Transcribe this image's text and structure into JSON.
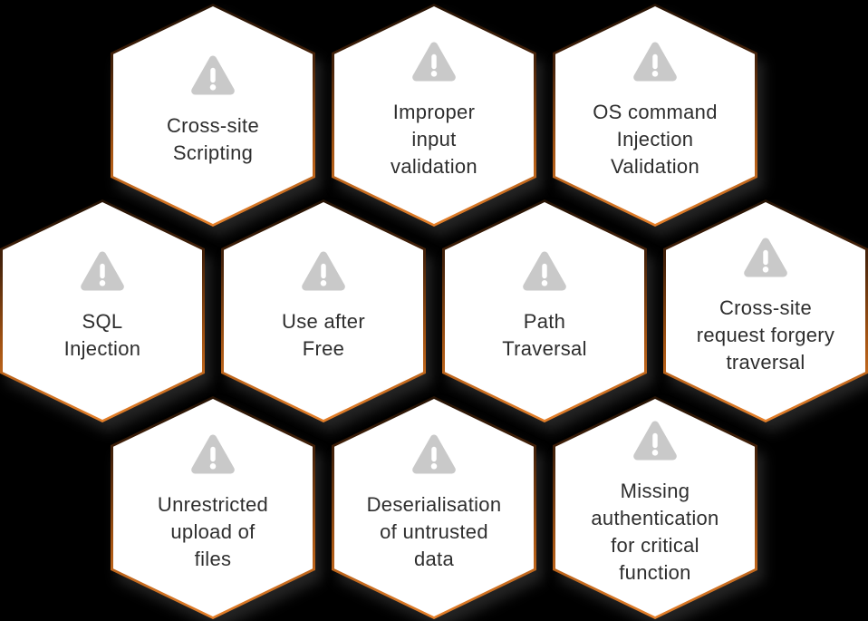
{
  "diagram": {
    "name": "software-vulnerabilities-honeycomb",
    "icon": "warning-triangle-icon",
    "colors": {
      "background": "#000000",
      "hex_fill": "#ffffff",
      "border_orange": "#e8822b",
      "border_dark": "#241204",
      "icon_gray": "#c9c9c9",
      "icon_mark": "#ffffff",
      "text": "#2e2e2e"
    },
    "rows": [
      {
        "items": [
          {
            "label": "Cross-site Scripting",
            "text": "Cross-site\nScripting"
          },
          {
            "label": "Improper input validation",
            "text": "Improper\ninput\nvalidation"
          },
          {
            "label": "OS command Injection Validation",
            "text": "OS command\nInjection\nValidation"
          }
        ]
      },
      {
        "items": [
          {
            "label": "SQL Injection",
            "text": "SQL\nInjection"
          },
          {
            "label": "Use after Free",
            "text": "Use after\nFree"
          },
          {
            "label": "Path Traversal",
            "text": "Path\nTraversal"
          },
          {
            "label": "Cross-site request forgery traversal",
            "text": "Cross-site\nrequest forgery\ntraversal"
          }
        ]
      },
      {
        "items": [
          {
            "label": "Unrestricted upload of files",
            "text": "Unrestricted\nupload of\nfiles"
          },
          {
            "label": "Deserialisation of untrusted data",
            "text": "Deserialisation\nof untrusted\ndata"
          },
          {
            "label": "Missing authentication for critical function",
            "text": "Missing\nauthentication\nfor critical\nfunction"
          }
        ]
      }
    ]
  }
}
